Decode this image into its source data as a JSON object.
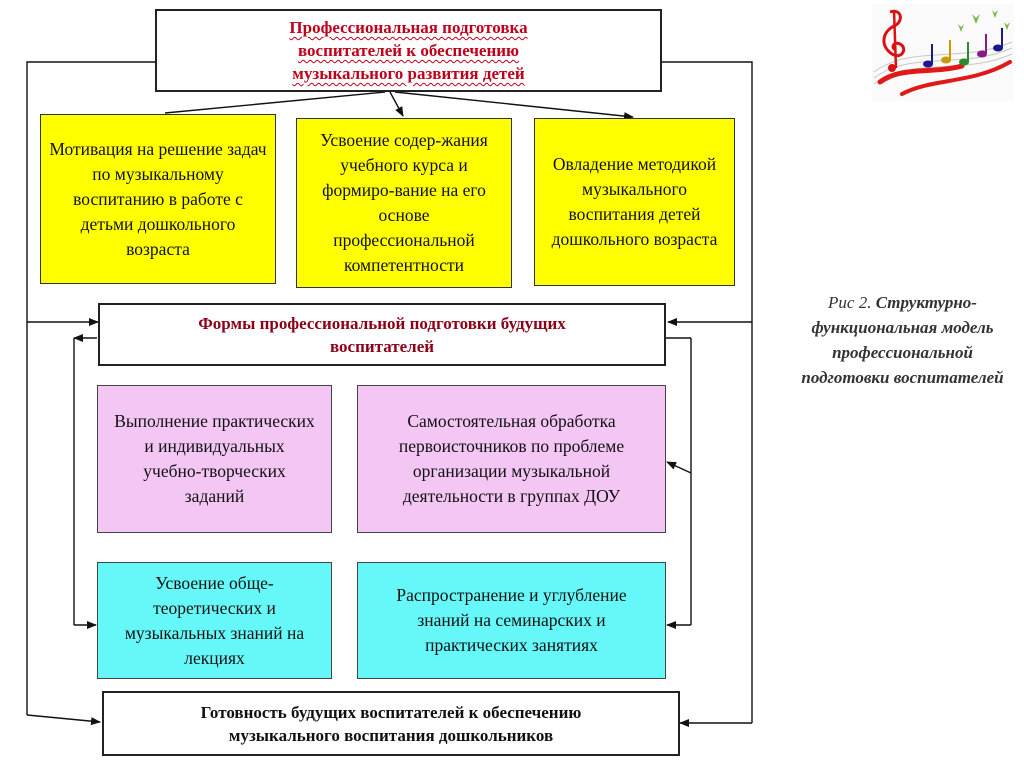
{
  "top_box": {
    "line1": "Профессиональная подготовка",
    "line2": "воспитателей к обеспечению",
    "line3": "музыкального развития детей"
  },
  "yellow_boxes": [
    "Мотивация на решение задач по музыкальному воспитанию в работе с детьми дошкольного возраста",
    "Усвоение содер-жания учебного курса и формиро-вание на его основе профессиональной компетентности",
    "Овладение методикой музыкального воспитания детей дошкольного возраста"
  ],
  "forms_box": {
    "line1": "Формы профессиональной подготовки будущих",
    "line2": "воспитателей"
  },
  "pink_boxes": [
    "Выполнение практических и индивидуальных учебно-творческих заданий",
    "Самостоятельная обработка первоисточников по проблеме организации музыкальной деятельности в группах ДОУ"
  ],
  "cyan_boxes": [
    "Усвоение обще-теоретических и музыкальных знаний на лекциях",
    "Распространение и углубление знаний на семинарских и практических занятиях"
  ],
  "bottom_box": {
    "line1": "Готовность будущих воспитателей к обеспечению",
    "line2": "музыкального воспитания дошкольников"
  },
  "caption": {
    "prefix": "Рис 2. ",
    "text": "Структурно-функциональная модель профессиональной подготовки воспитателей"
  },
  "colors": {
    "yellow": "#ffff00",
    "pink": "#f4c6f4",
    "cyan": "#66f8f8",
    "title_red": "#c0001a",
    "forms_red": "#8b0016"
  },
  "icons": {
    "decoration": "music-notes-decoration"
  }
}
